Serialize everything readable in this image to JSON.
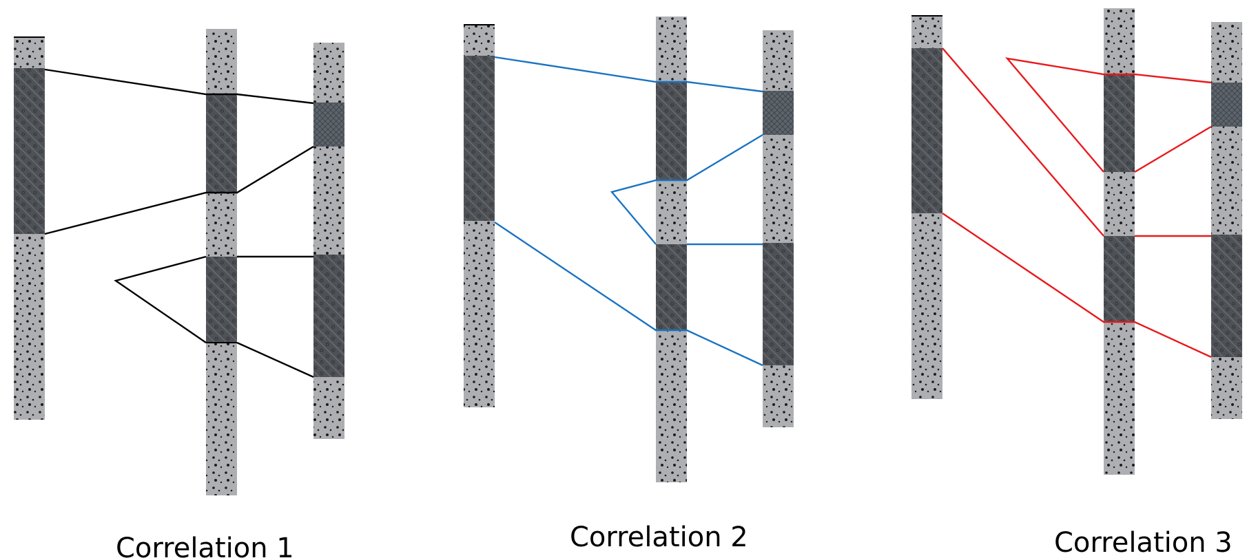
{
  "captions": [
    "Correlation 1",
    "Correlation 2",
    "Correlation 3"
  ],
  "colors": {
    "panel_1_lines": "#000000",
    "panel_2_lines": "#1a73c2",
    "panel_3_lines": "#e8191c",
    "sandstone": "#aeafb3",
    "shale": "#4e5156",
    "shale_pattern": "#3a3c40",
    "mesh_unit": "#5d646b"
  },
  "lithology_legend": {
    "sandstone": "gray column with black dot pattern",
    "shale": "dark gray column with diagonal hatching",
    "mesh": "slate column with cross-hatch pattern"
  },
  "icons": [
    "dotted-sandstone-pattern",
    "hatched-shale-pattern",
    "crosshatch-pattern"
  ]
}
